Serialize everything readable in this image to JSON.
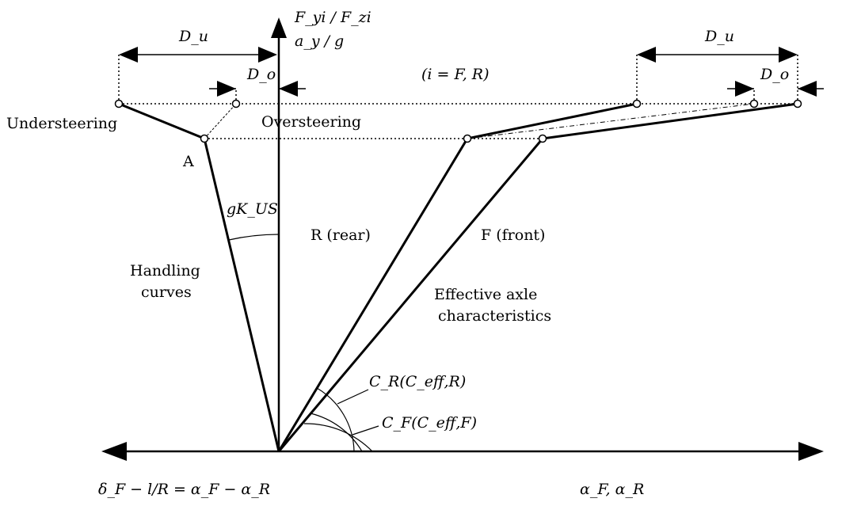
{
  "axis_labels": {
    "y_top": "F_yi / F_zi",
    "y_bottom": "a_y / g",
    "x_left": "δ_F − l/R = α_F − α_R",
    "x_right": "α_F, α_R"
  },
  "dimensions": {
    "du_left": "D_u",
    "do_left": "D_o",
    "du_right": "D_u",
    "do_right": "D_o"
  },
  "text": {
    "index_note": "(i = F, R)",
    "understeering": "Understeering",
    "oversteering": "Oversteering",
    "point_a": "A",
    "gain_label": "gK_US",
    "handling_line1": "Handling",
    "handling_line2": "curves",
    "rear_label": "R (rear)",
    "front_label": "F (front)",
    "effective_line1": "Effective axle",
    "effective_line2": "characteristics",
    "cr_label": "C_R(C_eff,R)",
    "cf_label": "C_F(C_eff,F)"
  }
}
